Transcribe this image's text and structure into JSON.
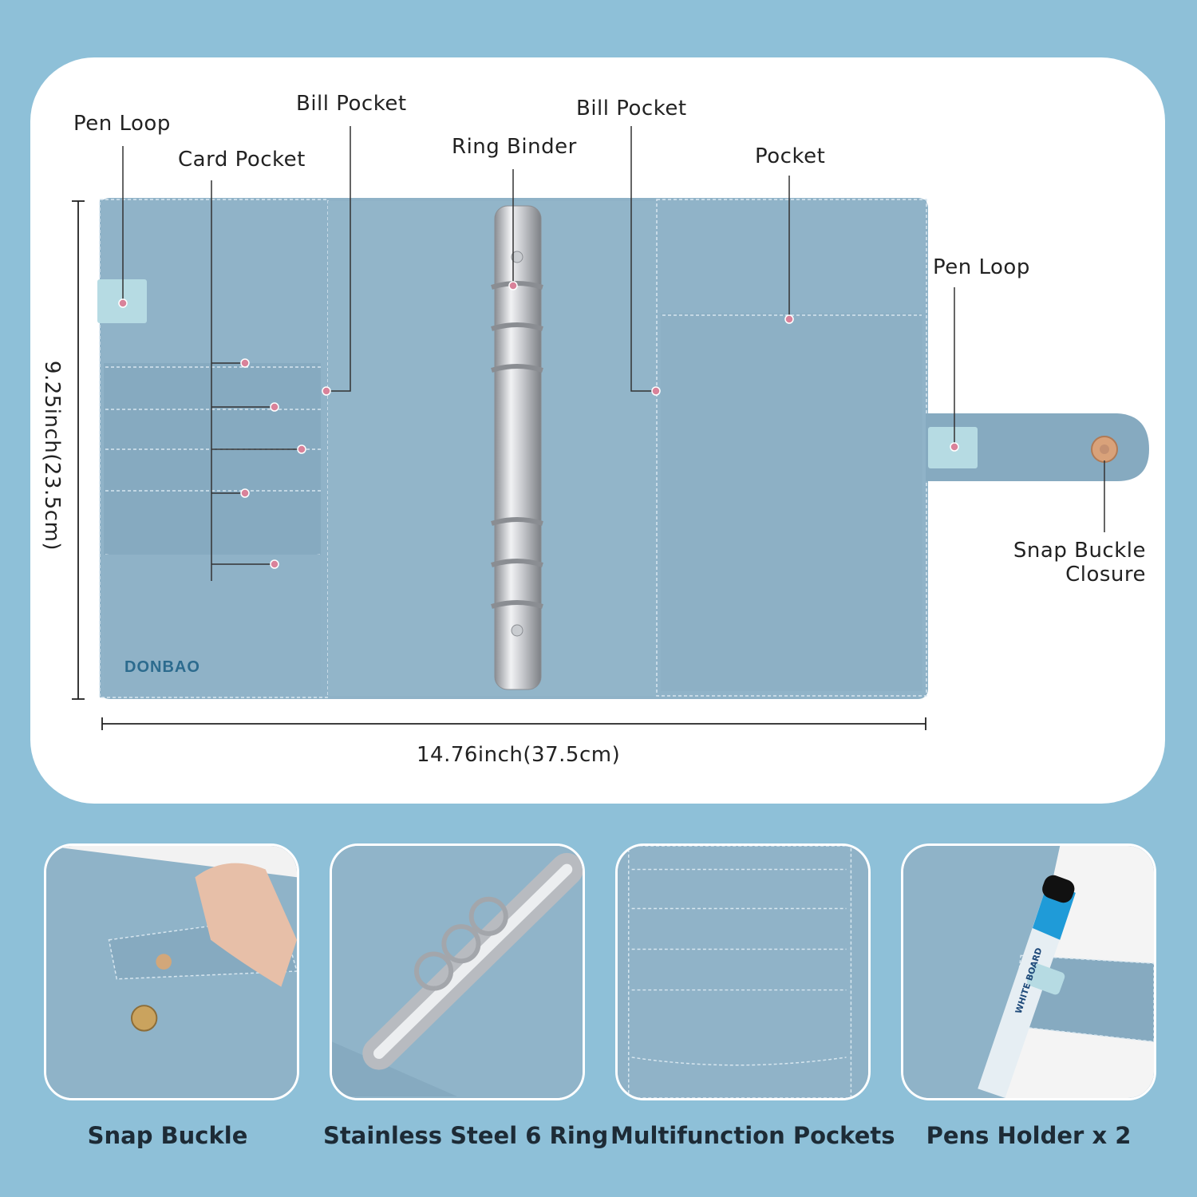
{
  "colors": {
    "background": "#8ec0d8",
    "leather": "#8fb2c7",
    "leather_dark": "#7ea2b8",
    "stitch": "#d7e6ef",
    "marker": "#d9829a",
    "brand": "#2c6b8e"
  },
  "labels": {
    "pen_loop_left": "Pen Loop",
    "bill_pocket_left": "Bill Pocket",
    "card_pocket": "Card Pocket",
    "ring_binder": "Ring Binder",
    "bill_pocket_right": "Bill Pocket",
    "pocket": "Pocket",
    "pen_loop_right": "Pen Loop",
    "snap_buckle_line1": "Snap Buckle",
    "snap_buckle_line2": "Closure"
  },
  "brand_text": "DONBAO",
  "dimensions": {
    "height": "9.25inch(23.5cm)",
    "width": "14.76inch(37.5cm)"
  },
  "features": [
    {
      "caption": "Snap Buckle",
      "icon": "snap-buckle-photo"
    },
    {
      "caption": "Stainless Steel 6 Ring",
      "icon": "ring-binder-photo"
    },
    {
      "caption": "Multifunction Pockets",
      "icon": "pockets-photo"
    },
    {
      "caption": "Pens Holder x 2",
      "icon": "pen-holder-photo"
    }
  ],
  "marker_texts": {
    "pen_body": "WHITE BOARD"
  }
}
